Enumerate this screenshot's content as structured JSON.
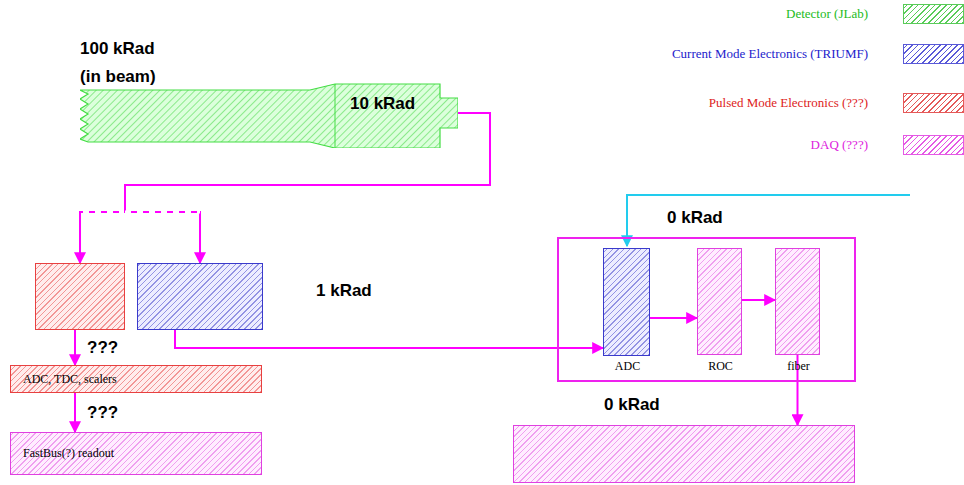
{
  "diagram": {
    "nodes": [
      {
        "text": [
          "100 kRad (in beam)",
          "10 kRad"
        ]
      },
      {
        "text": []
      },
      {
        "text": [
          "1 kRad"
        ]
      },
      {
        "text": [
          "ADC, TDC, scalers"
        ]
      },
      {
        "text": [
          "FastBus(?) readout"
        ]
      },
      {
        "text": [
          "0 kRad"
        ]
      },
      {
        "text": [
          "ADC"
        ],
        "in": 5
      },
      {
        "text": [
          "ROC"
        ],
        "in": 5
      },
      {
        "text": [
          "fiber"
        ],
        "in": 5
      },
      {
        "text": [
          "0 kRad"
        ]
      }
    ],
    "edges": [
      {
        "from": 0,
        "to": 1,
        "arrow": "to"
      },
      {
        "from": 0,
        "to": 2,
        "arrow": "to"
      },
      {
        "from": 1,
        "to": 3,
        "arrow": "to",
        "label": "???"
      },
      {
        "from": 3,
        "to": 4,
        "arrow": "to",
        "label": "???"
      },
      {
        "from": 2,
        "to": 6,
        "arrow": "to"
      },
      {
        "from": 6,
        "to": 7,
        "arrow": "to"
      },
      {
        "from": 7,
        "to": 8,
        "arrow": "to"
      },
      {
        "from": 8,
        "to": 9,
        "arrow": "to"
      }
    ],
    "legend": [
      {
        "text": "Detector (JLab)",
        "color": "#22bb22"
      },
      {
        "text": "Current Mode Electronics (TRIUMF)",
        "color": "#2222cc"
      },
      {
        "text": "Pulsed Mode Electronics (???)",
        "color": "#dd2222"
      },
      {
        "text": "DAQ (???)",
        "color": "#dd22dd"
      }
    ]
  }
}
